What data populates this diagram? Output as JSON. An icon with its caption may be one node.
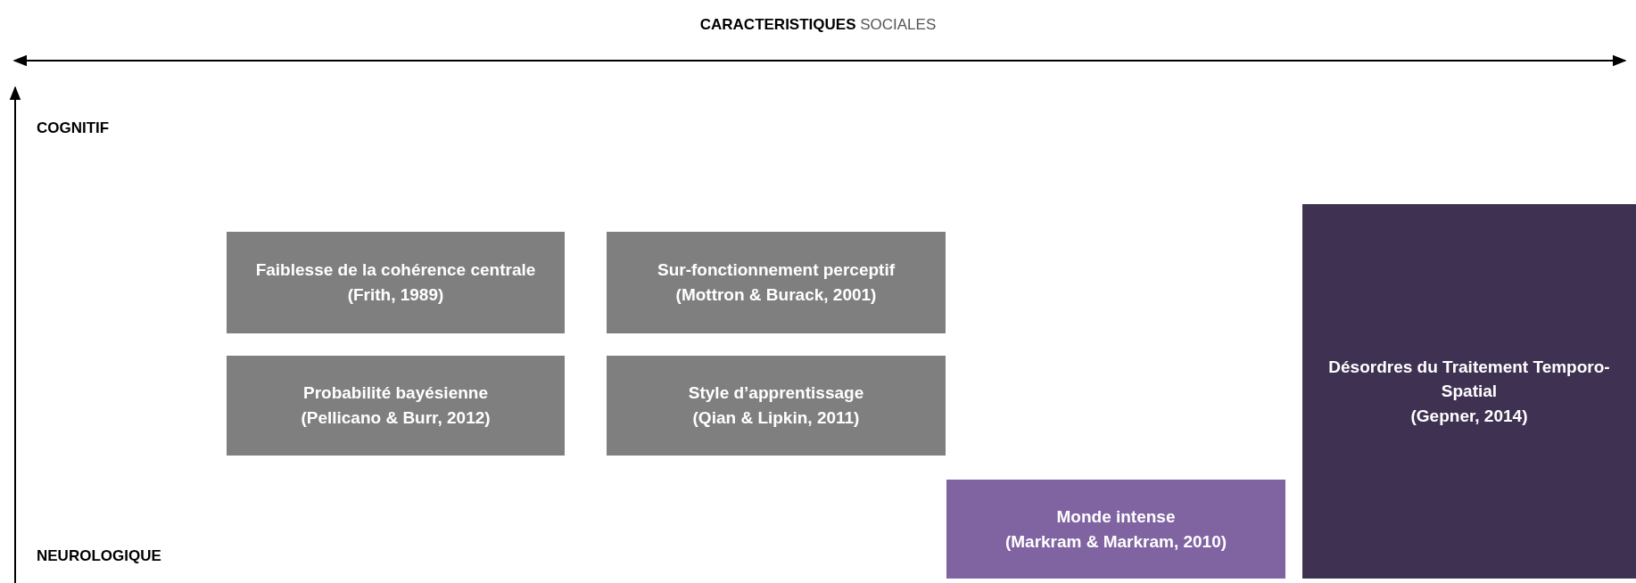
{
  "diagram": {
    "title": "**CARACTERISTIQUES** SOCIALES",
    "nodes": [
      {
        "text": [
          "Faiblesse de la cohérence centrale",
          "(Frith, 1989)"
        ]
      },
      {
        "text": [
          "Sur-fonctionnement perceptif",
          "(Mottron & Burack, 2001)"
        ]
      },
      {
        "text": [
          "Probabilité bayésienne",
          "(Pellicano & Burr, 2012)"
        ]
      },
      {
        "text": [
          "Style d’apprentissage",
          "(Qian & Lipkin, 2011)"
        ]
      },
      {
        "text": [
          "Monde intense",
          "(Markram & Markram, 2010)"
        ]
      },
      {
        "text": [
          "Désordres du Traitement Temporo-Spatial",
          "(Gepner, 2014)"
        ]
      }
    ],
    "labels": [
      "COGNITIF",
      "NEUROLOGIQUE"
    ]
  }
}
